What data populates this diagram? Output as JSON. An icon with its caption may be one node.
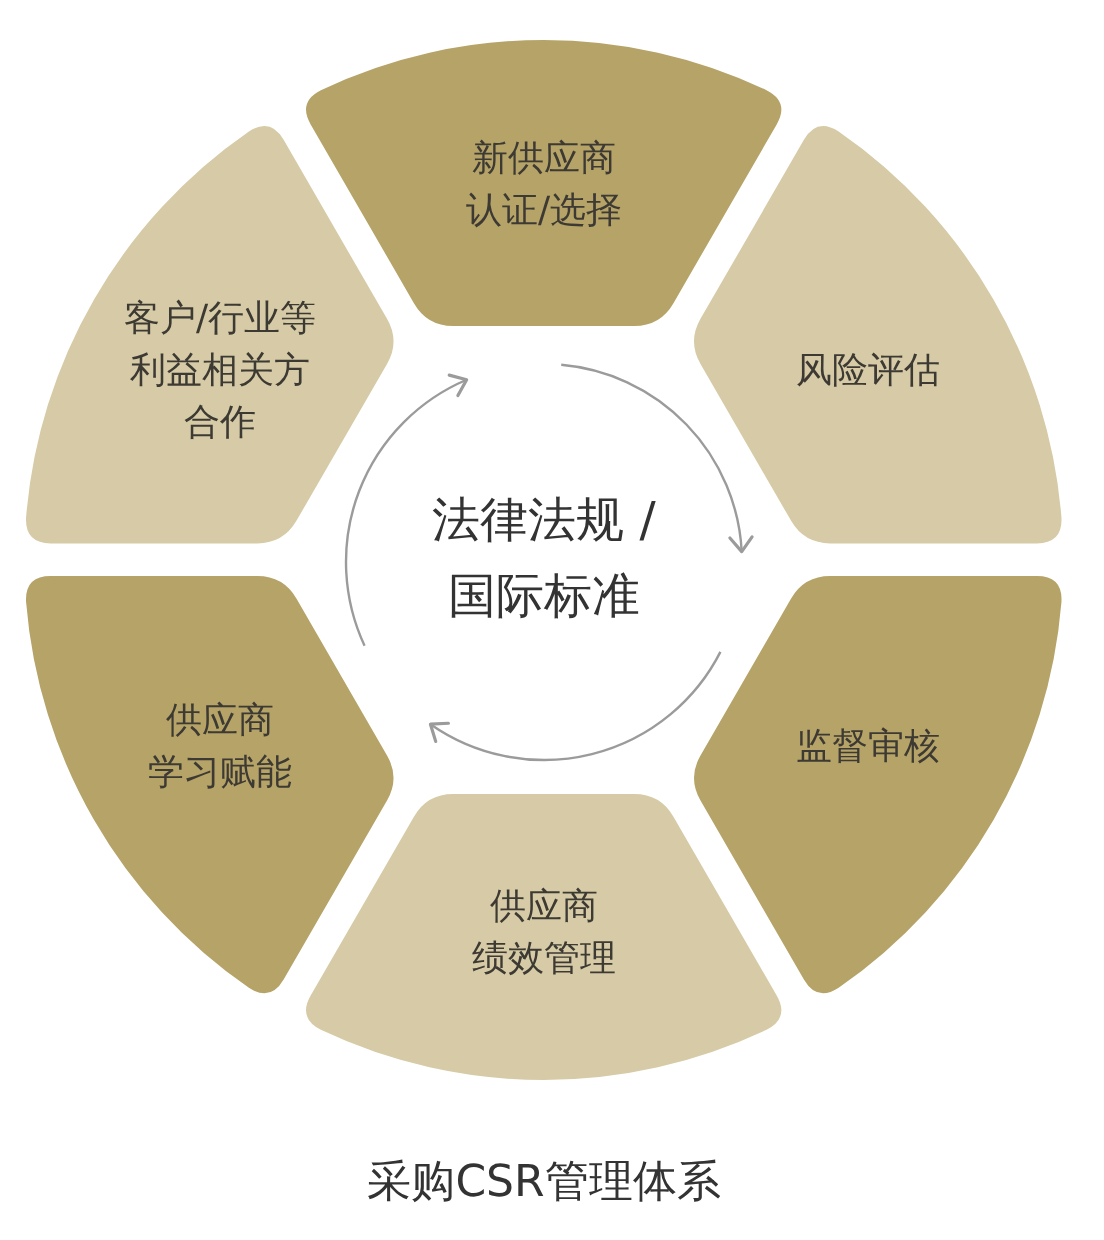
{
  "diagram": {
    "caption": "采购CSR管理体系",
    "nodes": [
      {
        "text": [
          "新供应商认证/选择"
        ]
      },
      {
        "text": [
          "风险评估"
        ]
      },
      {
        "text": [
          "监督审核"
        ]
      },
      {
        "text": [
          "供应商绩效管理"
        ]
      },
      {
        "text": [
          "供应商学习赋能"
        ]
      },
      {
        "text": [
          "客户/行业等利益相关方合作"
        ]
      }
    ],
    "labels": [
      "法律法规 /国际标准"
    ]
  }
}
